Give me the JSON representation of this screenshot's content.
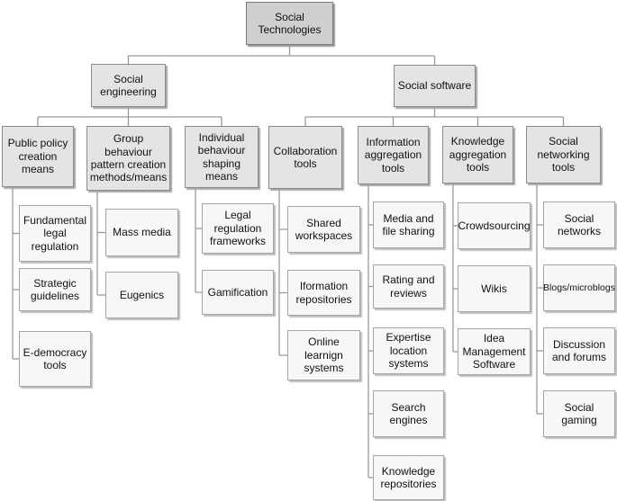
{
  "diagram": {
    "root": "Social Technologies",
    "branches": [
      {
        "label": "Social engineering",
        "categories": [
          {
            "label": "Public policy creation means",
            "items": [
              "Fundamental legal regulation",
              "Strategic guidelines",
              "E-democracy tools"
            ]
          },
          {
            "label": "Group behaviour pattern creation methods/means",
            "items": [
              "Mass media",
              "Eugenics"
            ]
          },
          {
            "label": "Individual behaviour shaping means",
            "items": [
              "Legal regulation frameworks",
              "Gamification"
            ]
          }
        ]
      },
      {
        "label": "Social software",
        "categories": [
          {
            "label": "Collaboration tools",
            "items": [
              "Shared workspaces",
              "Iformation repositories",
              "Online learnign systems"
            ]
          },
          {
            "label": "Information aggregation tools",
            "items": [
              "Media and file sharing",
              "Rating and reviews",
              "Expertise location systems",
              "Search engines",
              "Knowledge repositories"
            ]
          },
          {
            "label": "Knowledge aggregation tools",
            "items": [
              "Crowdsourcing",
              "Wikis",
              "Idea Management Software"
            ]
          },
          {
            "label": "Social networking tools",
            "items": [
              "Social networks",
              "Blogs/microblogs",
              "Discussion and forums",
              "Social gaming"
            ]
          }
        ]
      }
    ]
  }
}
